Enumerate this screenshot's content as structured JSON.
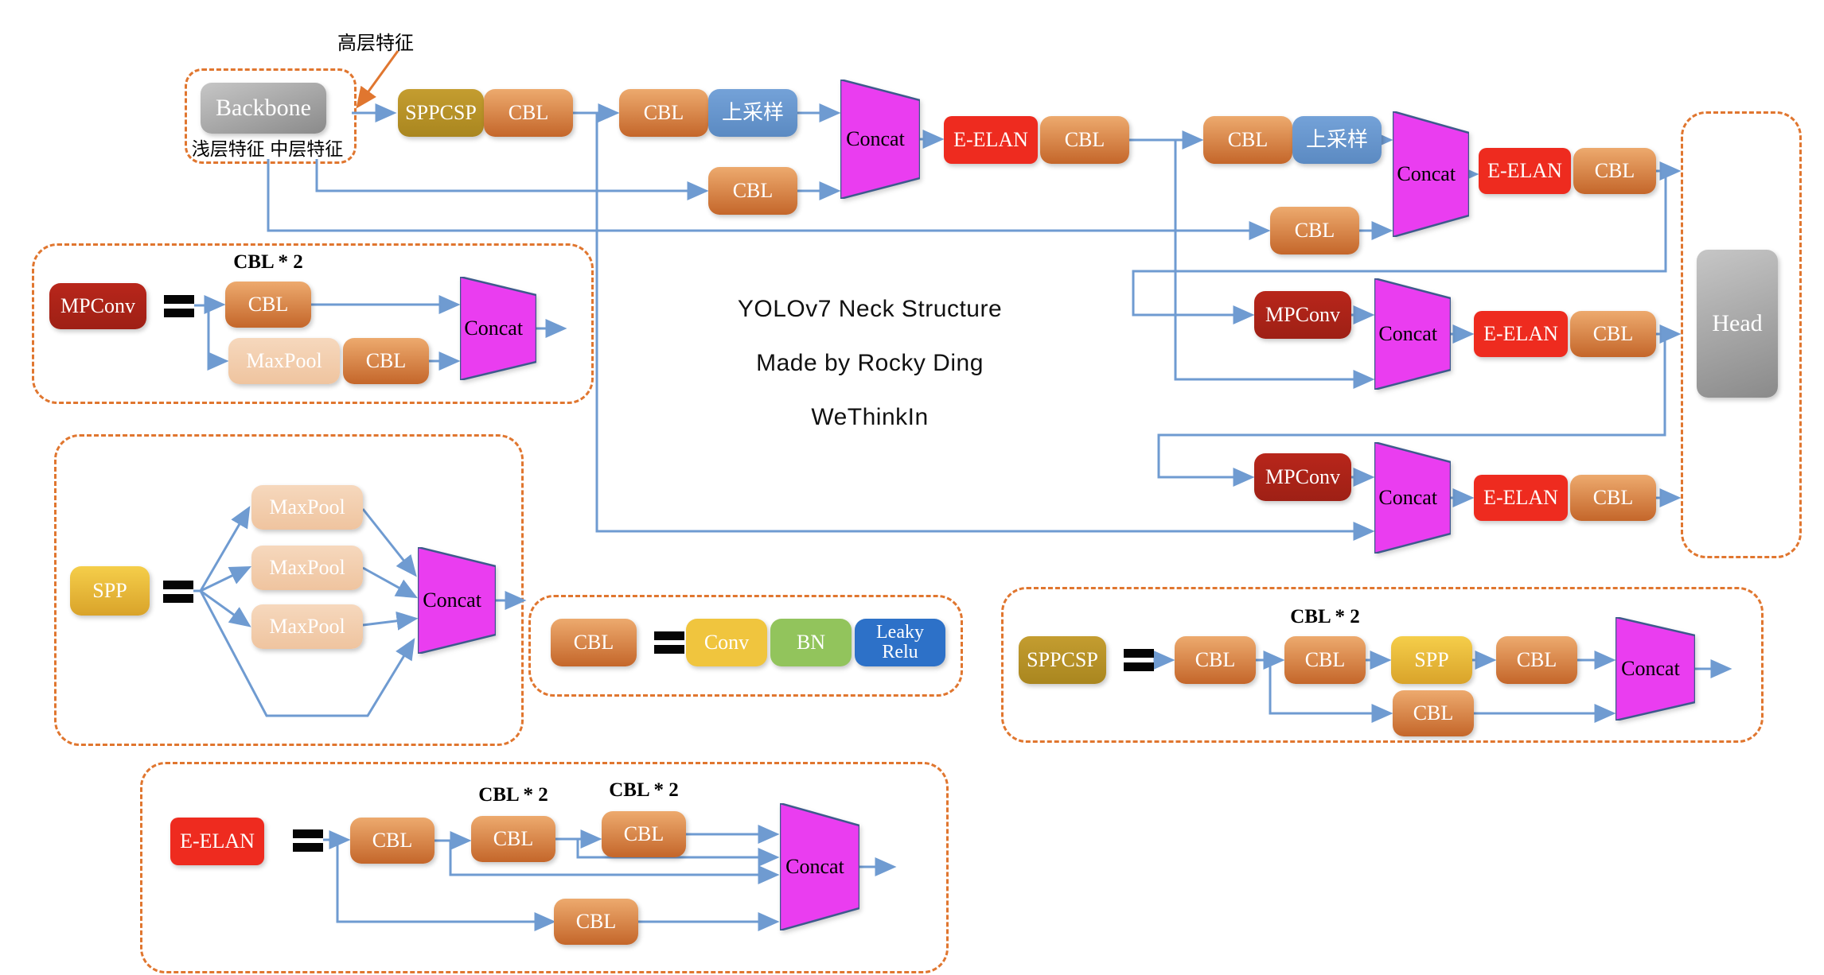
{
  "title": {
    "line1": "YOLOv7 Neck Structure",
    "line2": "Made by Rocky Ding",
    "line3": "WeThinkIn"
  },
  "annotations": {
    "high_level_feature": "高层特征",
    "shallow_mid_feature": "浅层特征 中层特征",
    "cbl_times_2": "CBL * 2"
  },
  "labels": {
    "backbone": "Backbone",
    "head": "Head",
    "sppcsp": "SPPCSP",
    "cbl": "CBL",
    "upsample": "上采样",
    "concat": "Concat",
    "eelan": "E-ELAN",
    "mpconv": "MPConv",
    "maxpool": "MaxPool",
    "spp": "SPP",
    "conv": "Conv",
    "bn": "BN",
    "leaky_relu": "Leaky Relu"
  },
  "colors": {
    "line": "#6f9bd1",
    "dashed_border": "#e0762f",
    "concat_fill": "#ea3df0",
    "eelan_fill": "#ee2b1f",
    "mpconv_fill": "#ab2117",
    "cbl_gradient_top": "#edaa6e",
    "cbl_gradient_bottom": "#c4662a",
    "maxpool_fill": "#f3cfb0",
    "sppcsp_fill": "#b8922a",
    "spp_fill": "#eebc3a",
    "upsample_fill": "#6c9cd4",
    "conv_fill": "#f0c53e",
    "bn_fill": "#92c45c",
    "leaky_relu_fill": "#2d71c8",
    "backbone_head_fill": "#a8a8a8"
  }
}
